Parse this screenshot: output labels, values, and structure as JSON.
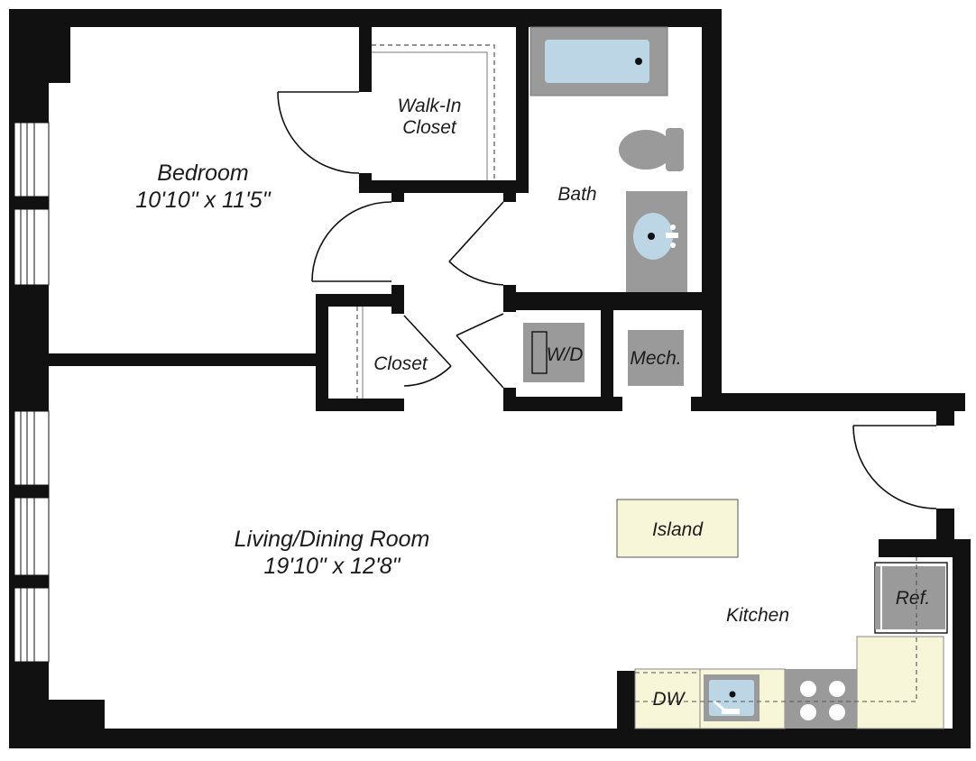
{
  "rooms": {
    "bedroom": {
      "name": "Bedroom",
      "dims": "10'10\" x 11'5\""
    },
    "walk_in_closet": {
      "line1": "Walk-In",
      "line2": "Closet"
    },
    "bath": {
      "name": "Bath"
    },
    "closet": {
      "name": "Closet"
    },
    "living": {
      "name": "Living/Dining Room",
      "dims": "19'10\" x 12'8\""
    },
    "kitchen": {
      "name": "Kitchen"
    }
  },
  "fixtures": {
    "wd": "W/D",
    "mech": "Mech.",
    "island": "Island",
    "ref": "Ref.",
    "dw": "DW"
  },
  "colors": {
    "wall": "#111111",
    "fixture_gray": "#9a9a9a",
    "water_blue": "#bcd6e6",
    "counter_yellow": "#f7f6d8"
  }
}
